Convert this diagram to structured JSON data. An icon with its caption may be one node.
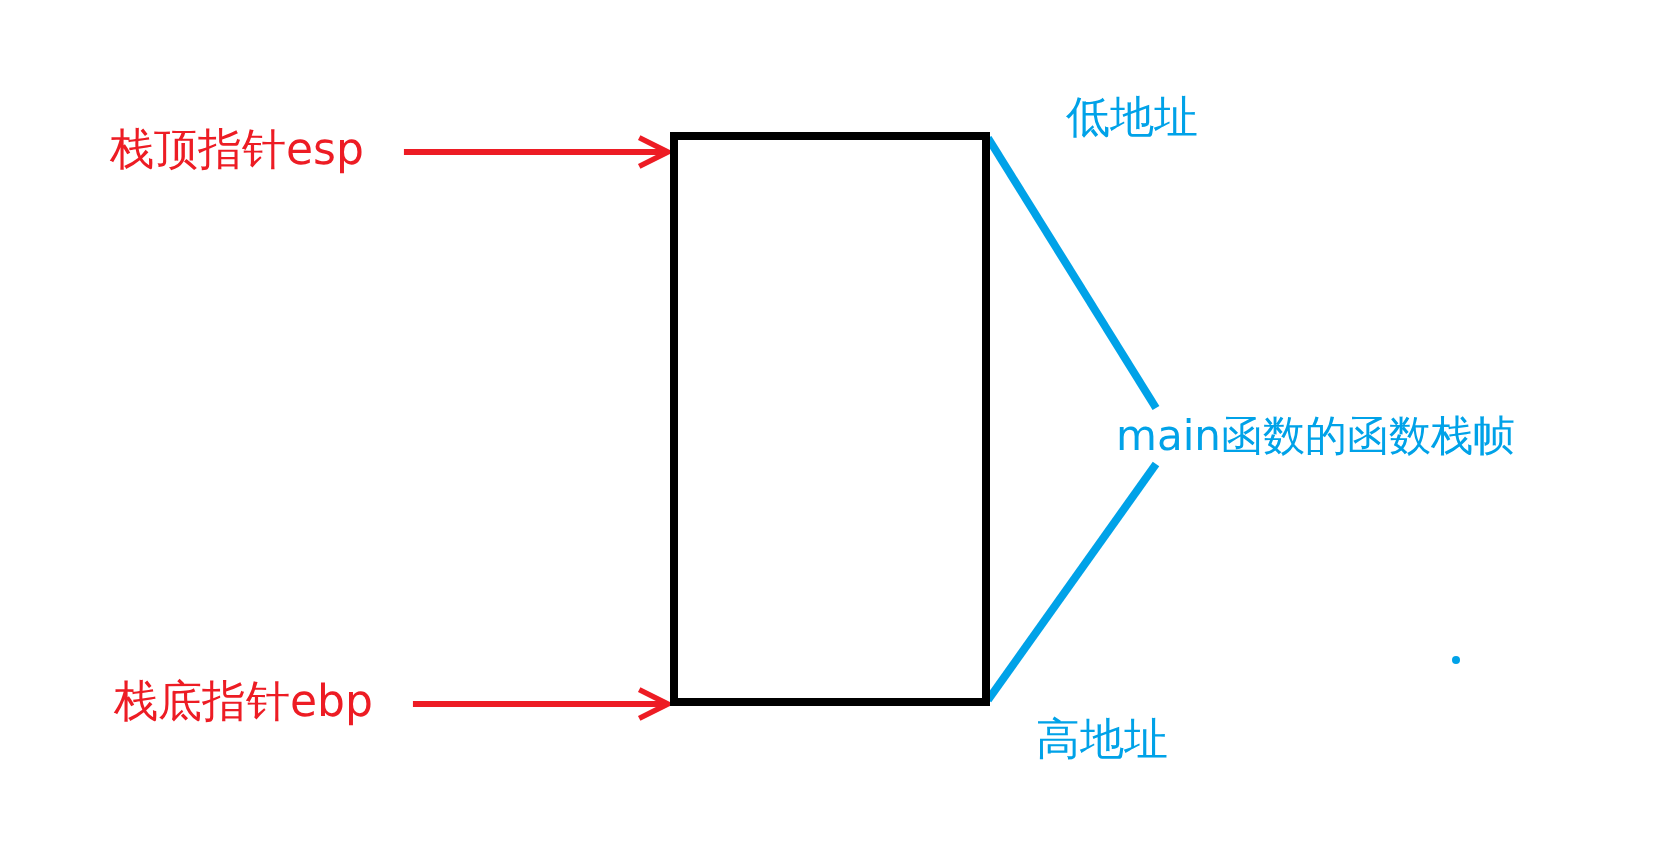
{
  "diagram": {
    "nodes": [
      {
        "text": [
          "栈顶指针esp"
        ]
      },
      {
        "text": [],
        "shape": "box"
      },
      {
        "text": [
          "main函数的函数栈帧"
        ]
      },
      {
        "text": [
          "栈底指针ebp"
        ]
      }
    ],
    "edges": [
      {
        "from": 0,
        "to": 1,
        "arrow": "to",
        "color": "#ed1c24"
      },
      {
        "from": 2,
        "to": 1,
        "arrow": "none",
        "color": "#00a2e8"
      },
      {
        "from": 2,
        "to": 1,
        "arrow": "none",
        "color": "#00a2e8"
      },
      {
        "from": 3,
        "to": 1,
        "arrow": "to",
        "color": "#ed1c24"
      }
    ],
    "labels": [
      "低地址",
      "高地址"
    ]
  }
}
